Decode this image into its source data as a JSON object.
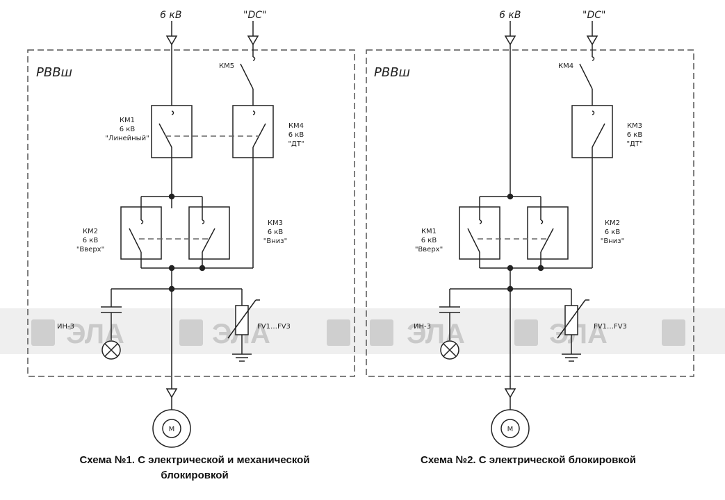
{
  "watermark": "ЭЛА",
  "scheme1": {
    "supply_label": "6 кВ",
    "dc_label": "\"DC\"",
    "box_label": "РВВш",
    "aux_switch": "КМ5",
    "km1": [
      "КМ1",
      "6 кВ",
      "\"Линейный\""
    ],
    "km4": [
      "КМ4",
      "6 кВ",
      "\"ДТ\""
    ],
    "km2": [
      "КМ2",
      "6 кВ",
      "\"Вверх\""
    ],
    "km3": [
      "КМ3",
      "6 кВ",
      "\"Вниз\""
    ],
    "indicator": "ИН-3",
    "surge": "FV1…FV3",
    "motor": "М",
    "caption_line1": "Схема №1. С электрической и механической",
    "caption_line2": "блокировкой"
  },
  "scheme2": {
    "supply_label": "6 кВ",
    "dc_label": "\"DC\"",
    "box_label": "РВВш",
    "aux_switch": "КМ4",
    "km3": [
      "КМ3",
      "6 кВ",
      "\"ДТ\""
    ],
    "km1": [
      "КМ1",
      "6 кВ",
      "\"Вверх\""
    ],
    "km2": [
      "КМ2",
      "6 кВ",
      "\"Вниз\""
    ],
    "indicator": "ИН-3",
    "surge": "FV1…FV3",
    "motor": "М",
    "caption_line1": "Схема №2. С электрической блокировкой"
  }
}
